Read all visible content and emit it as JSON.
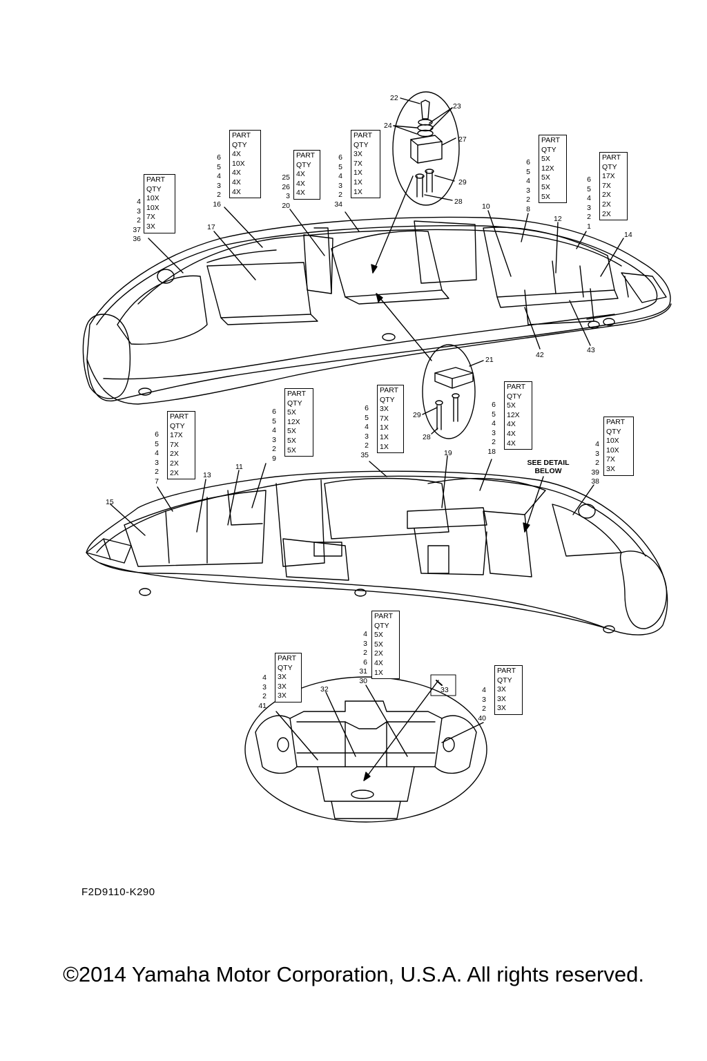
{
  "header_label": "PART",
  "qty_label": "QTY",
  "tables": [
    {
      "id": "t1",
      "rows": [
        [
          "4",
          "10X"
        ],
        [
          "3",
          "10X"
        ],
        [
          "2",
          "7X"
        ],
        [
          "37",
          "3X"
        ]
      ],
      "ref": "36"
    },
    {
      "id": "t2",
      "rows": [
        [
          "6",
          "4X"
        ],
        [
          "5",
          "10X"
        ],
        [
          "4",
          "4X"
        ],
        [
          "3",
          "4X"
        ],
        [
          "2",
          "4X"
        ]
      ],
      "ref": "16"
    },
    {
      "id": "t3",
      "rows": [
        [
          "25",
          "4X"
        ],
        [
          "26",
          "4X"
        ],
        [
          "3",
          "4X"
        ]
      ],
      "ref": "20"
    },
    {
      "id": "t4",
      "rows": [
        [
          "6",
          "3X"
        ],
        [
          "5",
          "7X"
        ],
        [
          "4",
          "1X"
        ],
        [
          "3",
          "1X"
        ],
        [
          "2",
          "1X"
        ]
      ],
      "ref": "34"
    },
    {
      "id": "t5",
      "rows": [
        [
          "6",
          "5X"
        ],
        [
          "5",
          "12X"
        ],
        [
          "4",
          "5X"
        ],
        [
          "3",
          "5X"
        ],
        [
          "2",
          "5X"
        ]
      ],
      "ref": "8"
    },
    {
      "id": "t6",
      "rows": [
        [
          "6",
          "17X"
        ],
        [
          "5",
          "7X"
        ],
        [
          "4",
          "2X"
        ],
        [
          "3",
          "2X"
        ],
        [
          "2",
          "2X"
        ]
      ],
      "ref": "1"
    },
    {
      "id": "t7",
      "rows": [
        [
          "6",
          "17X"
        ],
        [
          "5",
          "7X"
        ],
        [
          "4",
          "2X"
        ],
        [
          "3",
          "2X"
        ],
        [
          "2",
          "2X"
        ]
      ],
      "ref": "7"
    },
    {
      "id": "t8",
      "rows": [
        [
          "6",
          "5X"
        ],
        [
          "5",
          "12X"
        ],
        [
          "4",
          "5X"
        ],
        [
          "3",
          "5X"
        ],
        [
          "2",
          "5X"
        ]
      ],
      "ref": "9"
    },
    {
      "id": "t9",
      "rows": [
        [
          "6",
          "3X"
        ],
        [
          "5",
          "7X"
        ],
        [
          "4",
          "1X"
        ],
        [
          "3",
          "1X"
        ],
        [
          "2",
          "1X"
        ]
      ],
      "ref": "35"
    },
    {
      "id": "t10",
      "rows": [
        [
          "6",
          "5X"
        ],
        [
          "5",
          "12X"
        ],
        [
          "4",
          "4X"
        ],
        [
          "3",
          "4X"
        ],
        [
          "2",
          "4X"
        ]
      ],
      "ref": "18"
    },
    {
      "id": "t11",
      "rows": [
        [
          "4",
          "10X"
        ],
        [
          "3",
          "10X"
        ],
        [
          "2",
          "7X"
        ],
        [
          "39",
          "3X"
        ]
      ],
      "ref": "38"
    },
    {
      "id": "t12",
      "rows": [
        [
          "4",
          "5X"
        ],
        [
          "3",
          "5X"
        ],
        [
          "2",
          "2X"
        ],
        [
          "6",
          "4X"
        ],
        [
          "31",
          "1X"
        ]
      ],
      "ref": "30"
    },
    {
      "id": "t13",
      "rows": [
        [
          "4",
          "3X"
        ],
        [
          "3",
          "3X"
        ],
        [
          "2",
          "3X"
        ]
      ],
      "ref": "41"
    },
    {
      "id": "t14",
      "rows": [
        [
          "4",
          "3X"
        ],
        [
          "3",
          "3X"
        ],
        [
          "2",
          "3X"
        ]
      ],
      "ref": "40"
    }
  ],
  "callouts": {
    "c22": "22",
    "c23": "23",
    "c24": "24",
    "c27": "27",
    "c29a": "29",
    "c28a": "28",
    "c10": "10",
    "c12": "12",
    "c14": "14",
    "c17": "17",
    "c42": "42",
    "c43": "43",
    "c21": "21",
    "c29b": "29",
    "c28b": "28",
    "c19": "19",
    "c13": "13",
    "c11": "11",
    "c15": "15",
    "c32": "32",
    "c33": "33"
  },
  "detail_note": [
    "SEE DETAIL",
    "BELOW"
  ],
  "diagram_code": "F2D9110-K290",
  "copyright": "©2014 Yamaha Motor Corporation, U.S.A. All rights reserved."
}
